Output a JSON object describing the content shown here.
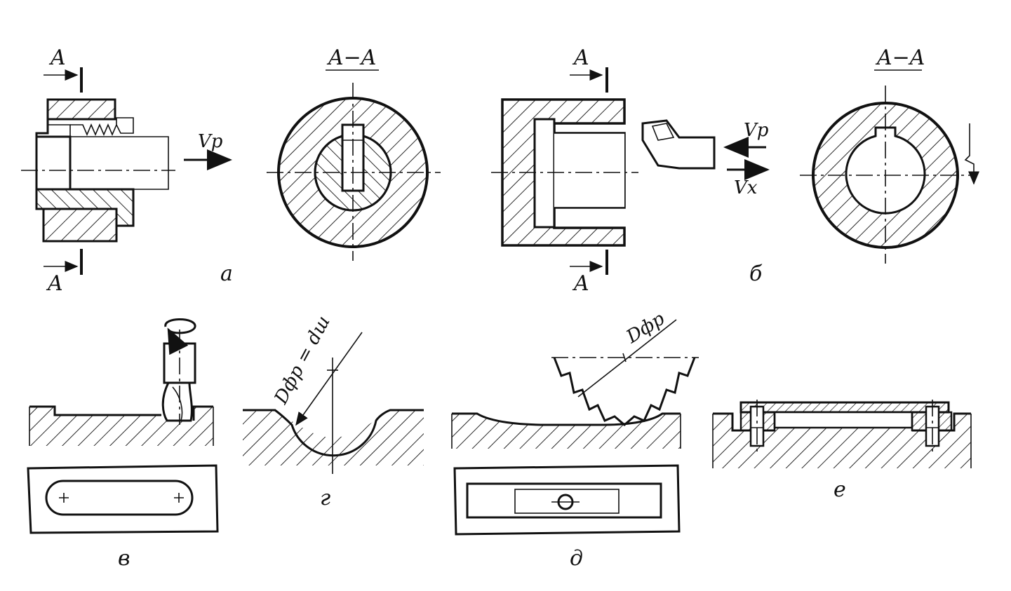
{
  "labels": {
    "a": "а",
    "b": "б",
    "v": "в",
    "g": "г",
    "d": "д",
    "e": "е"
  },
  "section_marks": {
    "a_top": "A",
    "a_bottom": "A",
    "a_section": "A−A",
    "b_top": "A",
    "b_bottom": "A",
    "b_section": "A−A"
  },
  "velocity": {
    "a_feed": "Vp",
    "b_feed": "Vp",
    "b_return": "Vx"
  },
  "diameters": {
    "g_label": "Dфр = dш",
    "d_label": "Dфр"
  },
  "colors": {
    "ink": "#111111",
    "paper": "#ffffff"
  }
}
